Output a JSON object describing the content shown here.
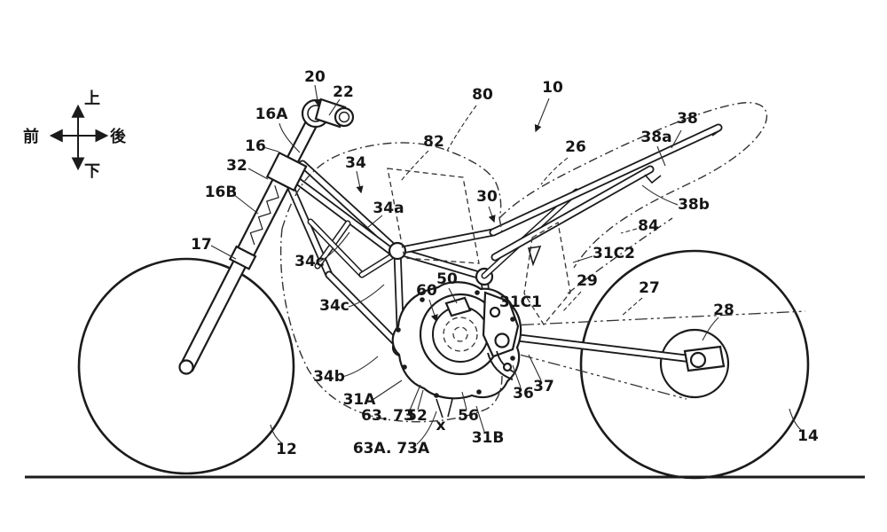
{
  "figure": {
    "compass": {
      "up": "上",
      "down": "下",
      "front": "前",
      "rear": "後"
    },
    "labels": {
      "n10": "10",
      "n12": "12",
      "n14": "14",
      "n16": "16",
      "n16a": "16A",
      "n16b": "16B",
      "n17": "17",
      "n20": "20",
      "n22": "22",
      "n26": "26",
      "n27": "27",
      "n28": "28",
      "n29": "29",
      "n30": "30",
      "n31a": "31A",
      "n31b": "31B",
      "n31c1": "31C1",
      "n31c2": "31C2",
      "n32": "32",
      "n34": "34",
      "n34a": "34a",
      "n34b": "34b",
      "n34c_upper": "34c",
      "n34c_lower": "34c",
      "n36": "36",
      "n37": "37",
      "n38": "38",
      "n38a": "38a",
      "n38b": "38b",
      "n50": "50",
      "n52": "52",
      "n56": "56",
      "n60": "60",
      "n63_73": "63. 73",
      "n63a_73a": "63A. 73A",
      "n80": "80",
      "n82": "82",
      "n84": "84",
      "x_mark": "x"
    }
  }
}
